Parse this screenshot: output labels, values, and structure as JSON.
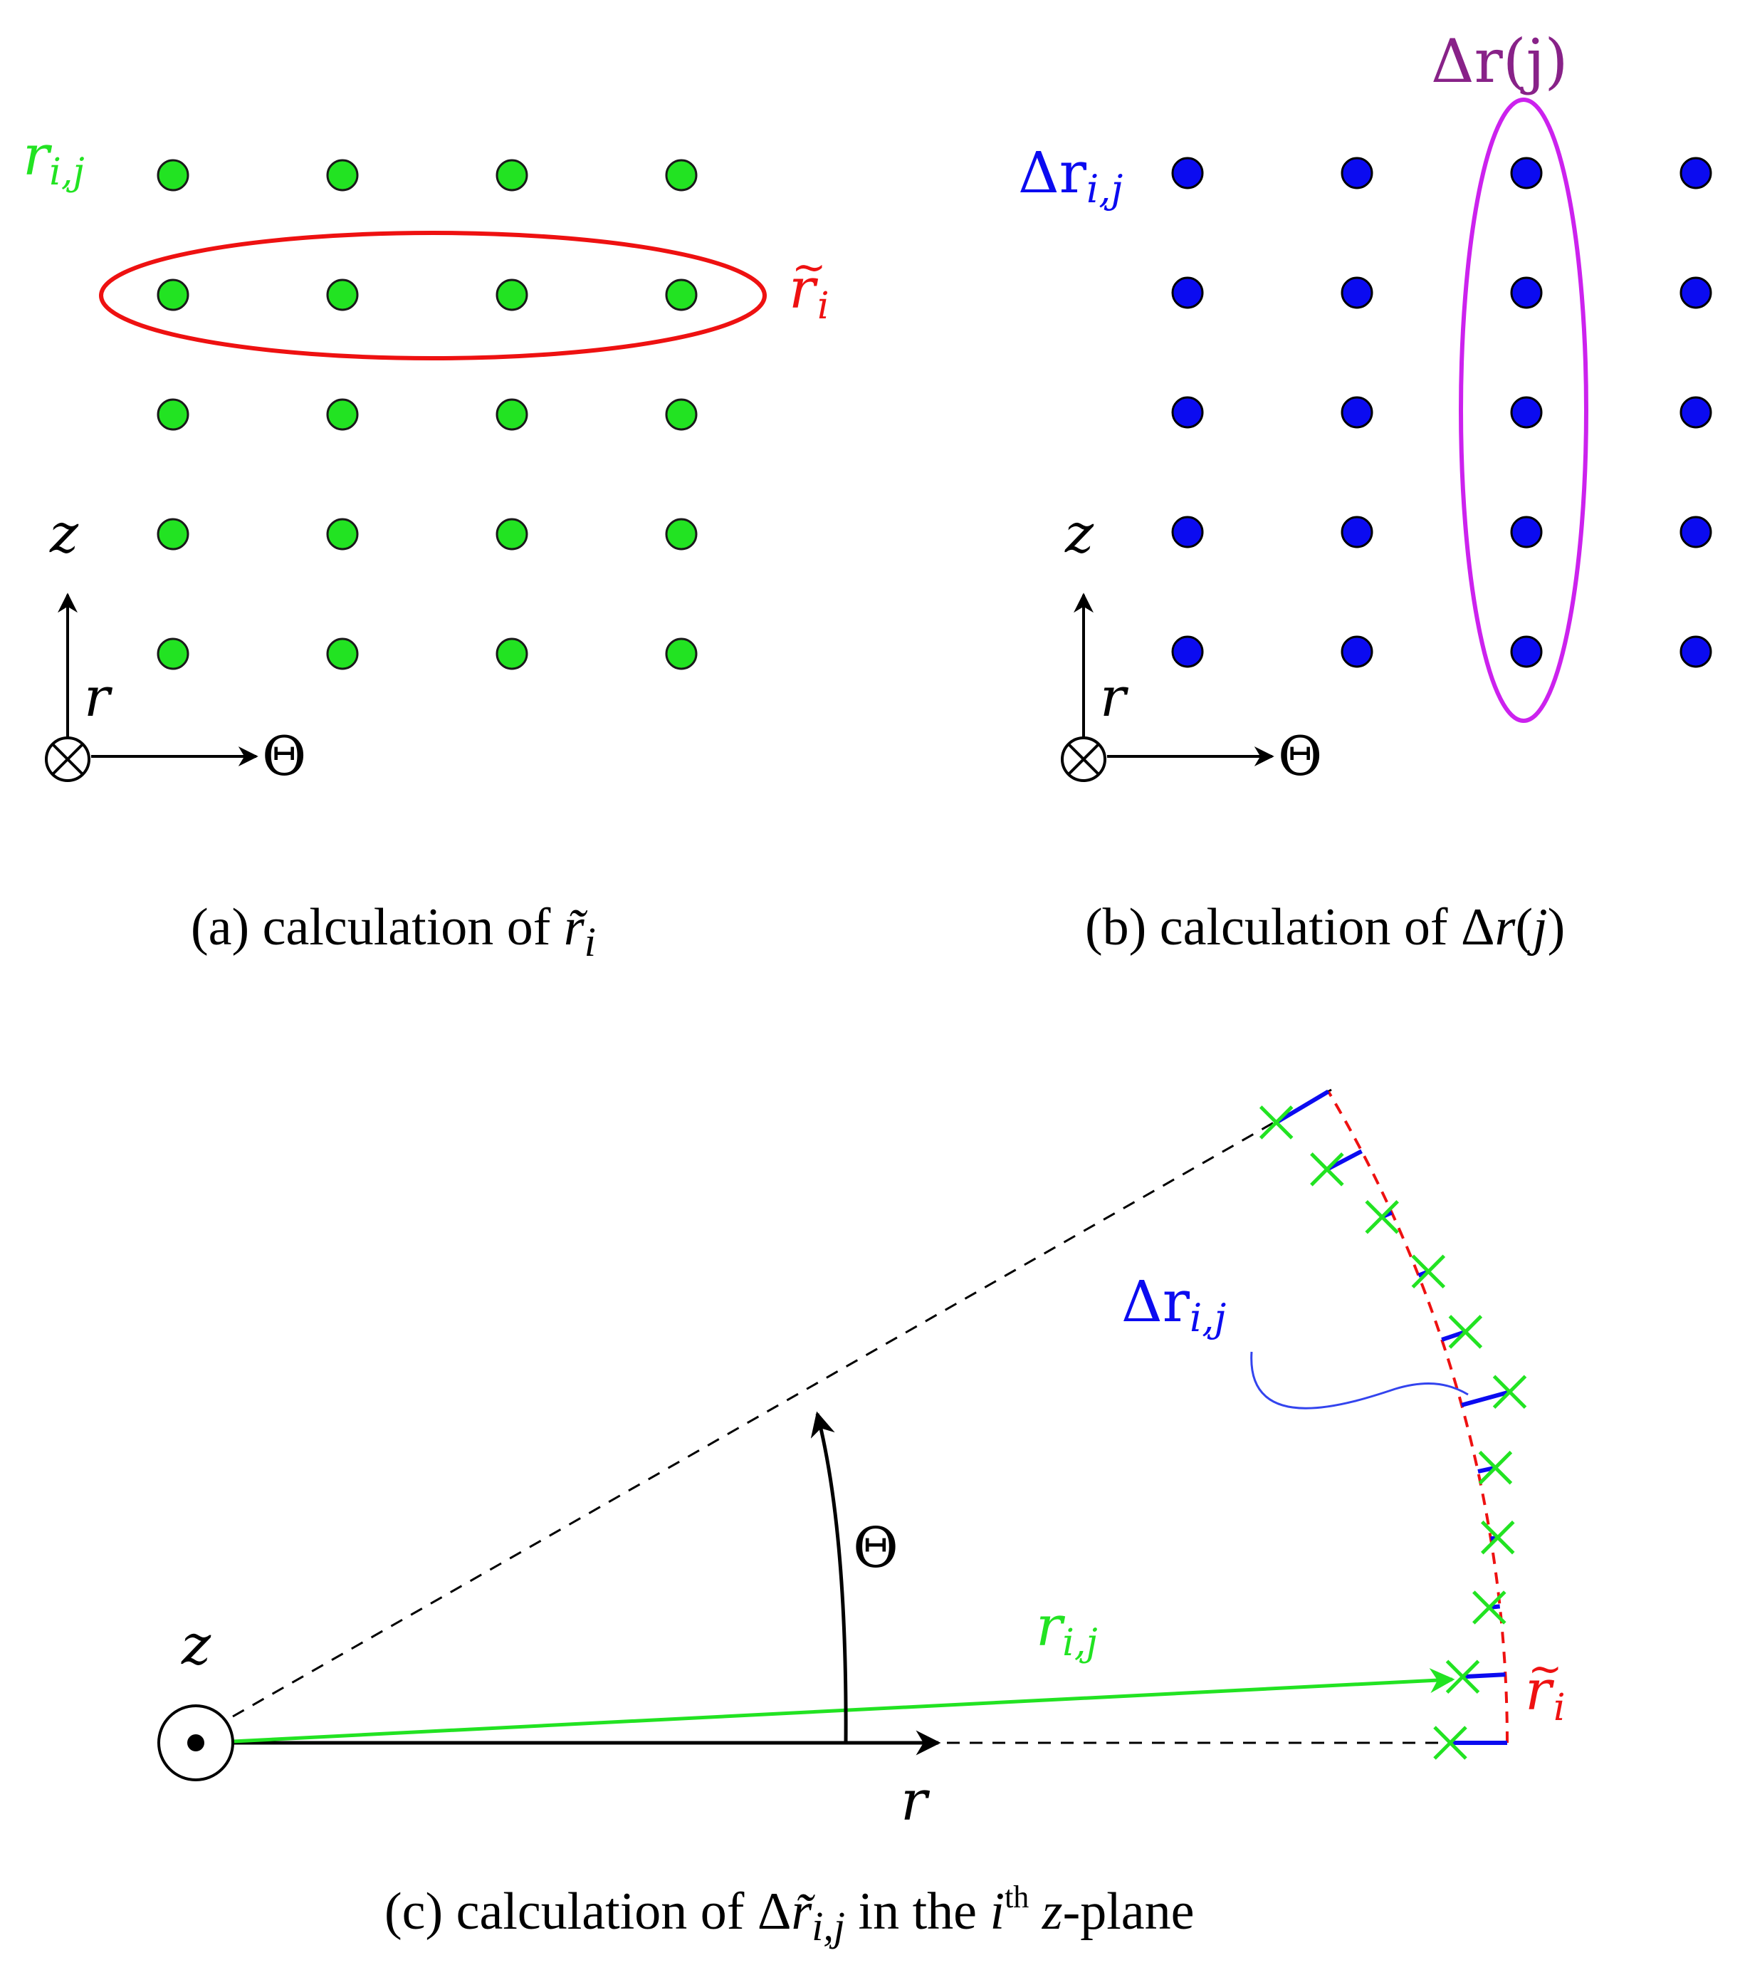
{
  "colors": {
    "green": "#22e322",
    "green_outline": "#1a1a1a",
    "blue": "#0b0bf0",
    "red": "#ee1111",
    "purple": "#cc22ee",
    "purple_text": "#882288",
    "black": "#000000"
  },
  "panel_a": {
    "grid_rows": 5,
    "grid_cols": 4,
    "point_label": "r",
    "point_label_sub": "i,j",
    "ring_label": "r",
    "ring_label_sub": "i",
    "axis_up": "z",
    "axis_in": "r",
    "axis_right": "Θ",
    "caption": "(a) calculation of",
    "caption_sym": "r̃",
    "caption_sub": "i"
  },
  "panel_b": {
    "grid_rows": 5,
    "grid_cols": 4,
    "point_label": "Δr",
    "point_label_sub": "i,j",
    "ring_label": "Δr(j)",
    "axis_up": "z",
    "axis_in": "r",
    "axis_right": "Θ",
    "caption": "(b) calculation of Δ",
    "caption_r": "r",
    "caption_open": "(",
    "caption_j": "j",
    "caption_close": ")"
  },
  "panel_c": {
    "axis_z": "z",
    "axis_r": "r",
    "angle_label": "Θ",
    "vector_label": "r",
    "vector_label_sub": "i,j",
    "arc_label": "r",
    "arc_label_sub": "i",
    "delta_label": "Δr",
    "delta_label_sub": "i,j",
    "caption_pre": "(c) calculation of Δ",
    "caption_sym": "r̃",
    "caption_sub": "i,j",
    "caption_mid": " in the ",
    "caption_i": "i",
    "caption_th": "th",
    "caption_z": " z",
    "caption_post": "-plane",
    "marker_count": 11
  }
}
